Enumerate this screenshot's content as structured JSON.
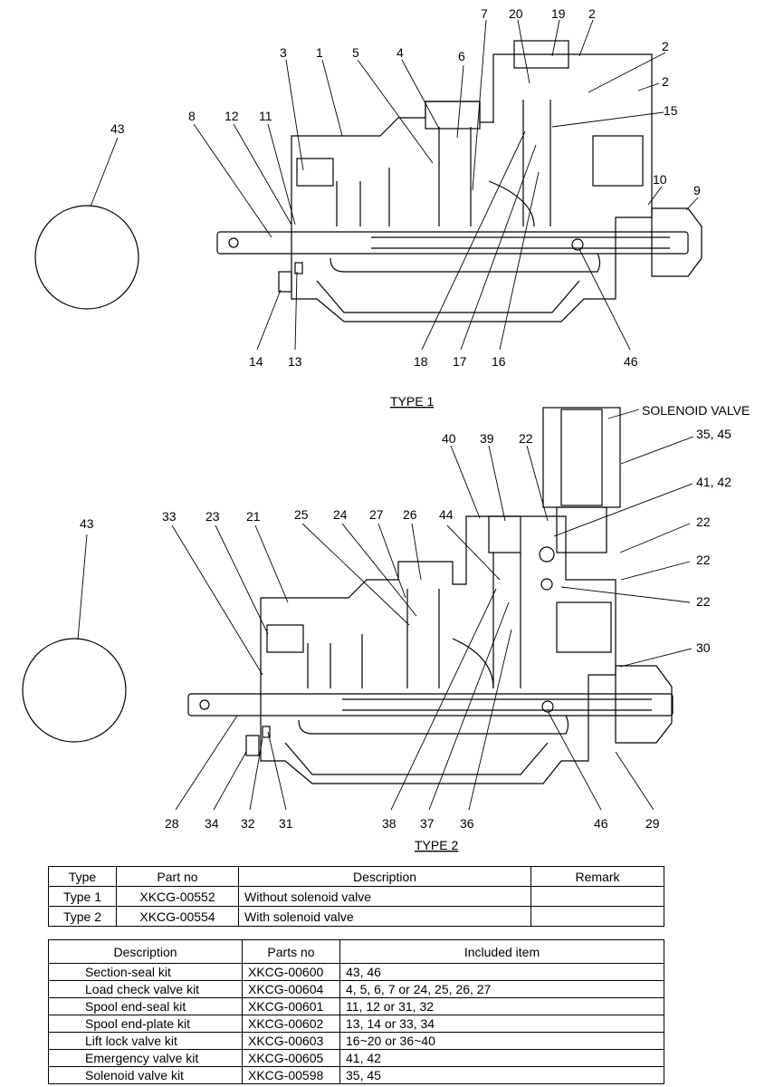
{
  "diagram": {
    "type1_caption": "TYPE 1",
    "type2_caption": "TYPE 2",
    "solenoid_label": "SOLENOID VALVE",
    "type1_labels": [
      "43",
      "3",
      "1",
      "5",
      "4",
      "6",
      "7",
      "20",
      "19",
      "2",
      "2",
      "2",
      "15",
      "8",
      "12",
      "11",
      "10",
      "9",
      "14",
      "13",
      "18",
      "17",
      "16",
      "46"
    ],
    "type2_labels": [
      "43",
      "33",
      "23",
      "21",
      "25",
      "24",
      "27",
      "26",
      "44",
      "40",
      "39",
      "22",
      "35, 45",
      "41, 42",
      "22",
      "22",
      "22",
      "30",
      "28",
      "34",
      "32",
      "31",
      "38",
      "37",
      "36",
      "46",
      "29"
    ]
  },
  "type_table": {
    "headers": [
      "Type",
      "Part no",
      "Description",
      "Remark"
    ],
    "rows": [
      {
        "type": "Type 1",
        "part_no": "XKCG-00552",
        "description": "Without solenoid valve",
        "remark": ""
      },
      {
        "type": "Type 2",
        "part_no": "XKCG-00554",
        "description": "With solenoid valve",
        "remark": ""
      }
    ]
  },
  "kit_table": {
    "headers": [
      "Description",
      "Parts no",
      "Included item"
    ],
    "rows": [
      {
        "description": "Section-seal kit",
        "parts_no": "XKCG-00600",
        "included": "43, 46"
      },
      {
        "description": "Load check valve kit",
        "parts_no": "XKCG-00604",
        "included": "4, 5, 6, 7 or 24, 25, 26, 27"
      },
      {
        "description": "Spool end-seal kit",
        "parts_no": "XKCG-00601",
        "included": "11, 12 or 31, 32"
      },
      {
        "description": "Spool end-plate kit",
        "parts_no": "XKCG-00602",
        "included": "13, 14 or 33, 34"
      },
      {
        "description": "Lift lock valve kit",
        "parts_no": "XKCG-00603",
        "included": "16~20 or 36~40"
      },
      {
        "description": "Emergency valve kit",
        "parts_no": "XKCG-00605",
        "included": "41, 42"
      },
      {
        "description": "Solenoid valve kit",
        "parts_no": "XKCG-00598",
        "included": "35, 45"
      }
    ]
  }
}
